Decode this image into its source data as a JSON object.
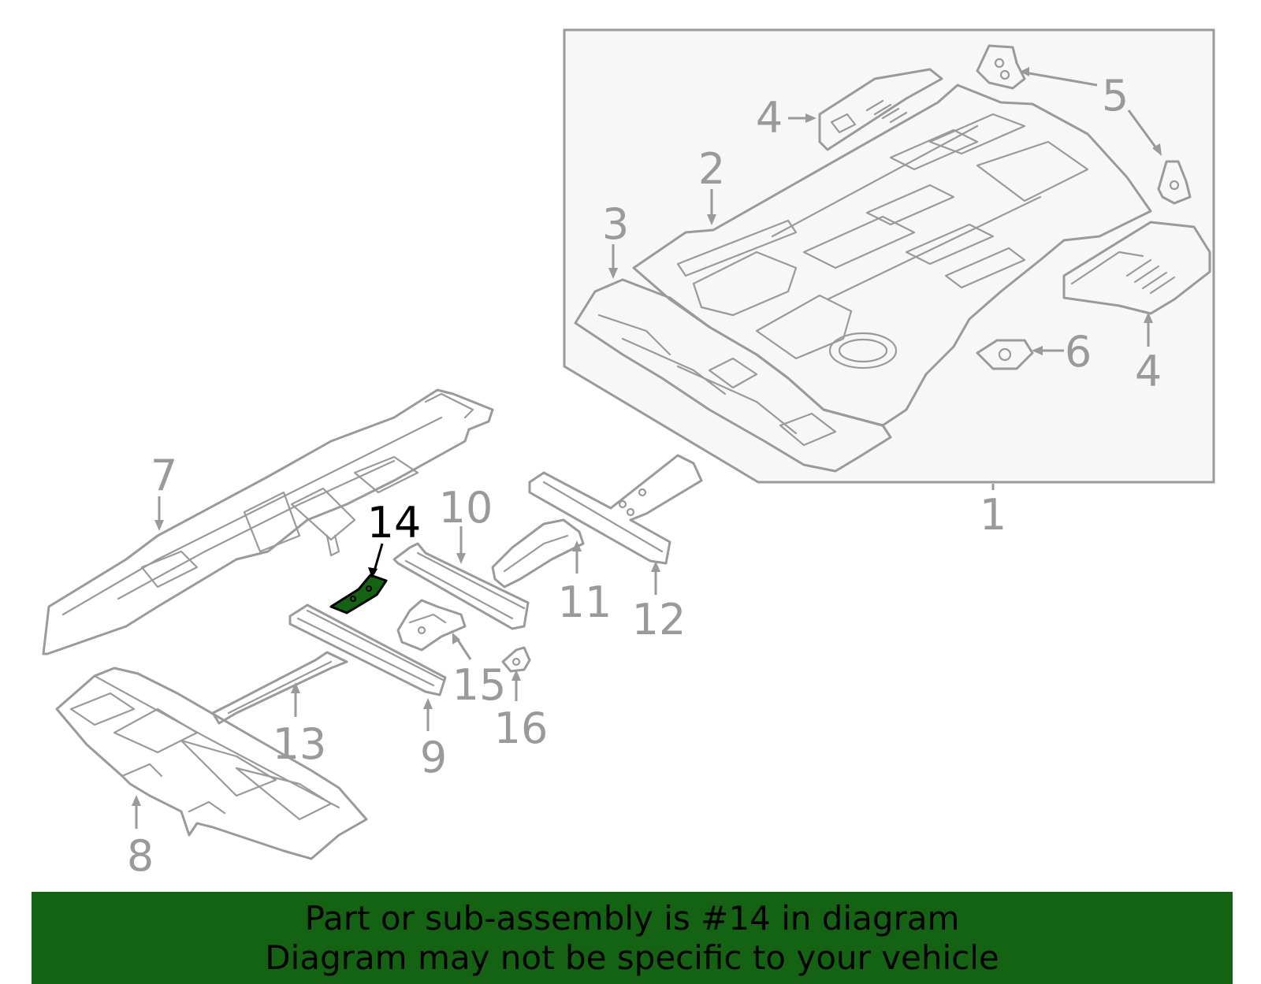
{
  "callouts": [
    {
      "id": "1",
      "label": "1"
    },
    {
      "id": "2",
      "label": "2"
    },
    {
      "id": "3",
      "label": "3"
    },
    {
      "id": "4a",
      "label": "4"
    },
    {
      "id": "4b",
      "label": "4"
    },
    {
      "id": "5",
      "label": "5"
    },
    {
      "id": "6",
      "label": "6"
    },
    {
      "id": "7",
      "label": "7"
    },
    {
      "id": "8",
      "label": "8"
    },
    {
      "id": "9",
      "label": "9"
    },
    {
      "id": "10",
      "label": "10"
    },
    {
      "id": "11",
      "label": "11"
    },
    {
      "id": "12",
      "label": "12"
    },
    {
      "id": "13",
      "label": "13"
    },
    {
      "id": "14",
      "label": "14"
    },
    {
      "id": "15",
      "label": "15"
    },
    {
      "id": "16",
      "label": "16"
    }
  ],
  "highlighted_part": "14",
  "colors": {
    "line": "#9a9a9a",
    "highlight_fill": "#136313",
    "banner_bg": "#136313",
    "inset_bg": "#f7f7f7"
  },
  "banner": {
    "line1": "Part or sub-assembly is #14 in diagram",
    "line2": "Diagram may not be specific to your vehicle"
  }
}
